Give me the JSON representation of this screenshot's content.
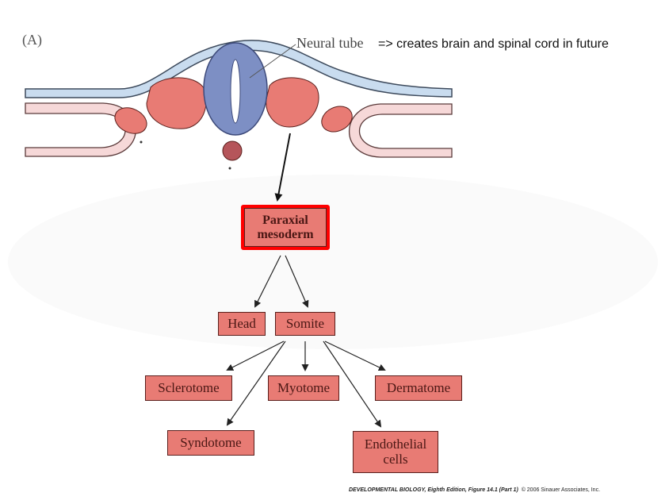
{
  "panel_label": "(A)",
  "callout_label": "Neural tube",
  "note": "=> creates brain and spinal cord in future",
  "boxes": {
    "paraxial": {
      "line1": "Paraxial",
      "line2": "mesoderm"
    },
    "head": "Head",
    "somite": "Somite",
    "sclerotome": "Sclerotome",
    "myotome": "Myotome",
    "dermatome": "Dermatome",
    "syndotome": "Syndotome",
    "endothelial": {
      "line1": "Endothelial",
      "line2": "cells"
    }
  },
  "caption": {
    "title": "DEVELOPMENTAL BIOLOGY, Eighth Edition, Figure 14.1 (Part 1)",
    "copyright": "© 2006 Sinauer Associates, Inc."
  },
  "colors": {
    "neural_tube": "#7d8fc4",
    "mesoderm": "#e87b74",
    "ectoderm": "#c9dcef",
    "endoderm_light": "#f6d8d8",
    "notochord": "#b5555a",
    "highlight_border": "#ff0000"
  }
}
